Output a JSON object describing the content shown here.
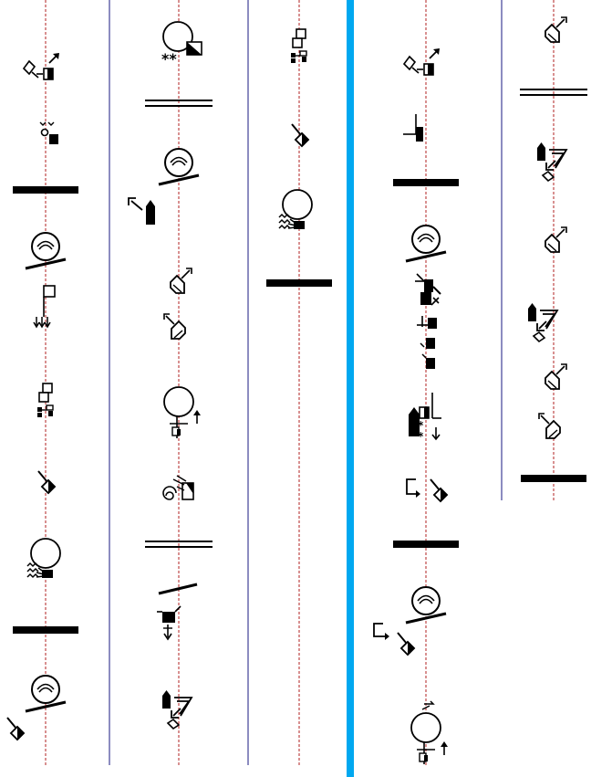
{
  "colors": {
    "ink": "#000000",
    "staff_line": "#b22222",
    "column_divider": "#1a1a80",
    "section_divider": "#00a8f0",
    "background": "#ffffff"
  },
  "columns": [
    {
      "id": "col-1",
      "symbols": [
        "direction-hand-symbol",
        "small-contact-symbol",
        "bar-line",
        "face-circle-symbol",
        "flag-arrows-symbol",
        "stacked-squares-symbol",
        "diagonal-diamond-symbol",
        "circle-wave-symbol",
        "bar-line",
        "face-circle-symbol",
        "diagonal-diamond-symbol"
      ]
    },
    {
      "id": "col-2",
      "symbols": [
        "circle-star-symbol",
        "double-bar-line",
        "face-circle-symbol",
        "block-arrow-symbol",
        "hand-arrow-symbol",
        "hand-arrow-symbol",
        "circle-arrow-symbol",
        "spiral-hand-symbol",
        "double-bar-line",
        "diagonal-line-symbol",
        "square-arrow-symbol",
        "block-triangle-symbol"
      ]
    },
    {
      "id": "col-3",
      "symbols": [
        "stacked-squares-symbol",
        "diagonal-diamond-symbol",
        "circle-wave-symbol",
        "bar-line"
      ]
    },
    {
      "id": "col-4",
      "symbols": [
        "direction-hand-symbol",
        "corner-square-symbol",
        "bar-line",
        "face-circle-symbol",
        "movement-sequence-symbol",
        "grid-star-symbol",
        "curve-arrow-diamond-symbol",
        "bar-line",
        "face-circle-symbol",
        "curve-arrow-diamond-symbol",
        "circle-arrow-symbol"
      ]
    },
    {
      "id": "col-5",
      "symbols": [
        "hand-arrow-symbol",
        "double-bar-line",
        "block-triangle-symbol",
        "hand-arrow-symbol",
        "block-triangle-symbol",
        "hand-arrow-symbol",
        "hand-arrow-symbol",
        "bar-line"
      ]
    }
  ]
}
